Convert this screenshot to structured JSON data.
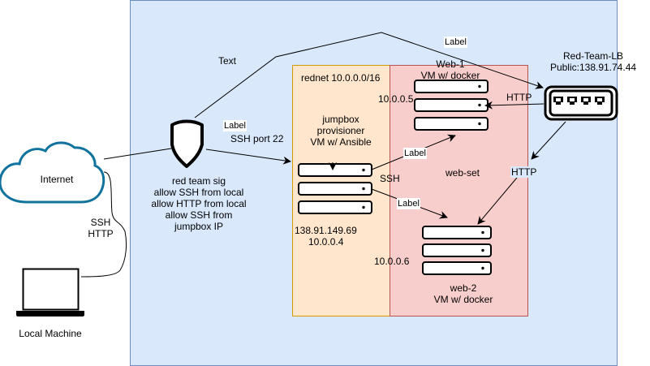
{
  "labels": {
    "text": "Text",
    "label_top": "Label",
    "label_sig": "Label",
    "ssh_port": "SSH port 22",
    "redlb_name": "Red-Team-LB",
    "redlb_ip": "Public:138.91.74.44",
    "http_lb": "HTTP",
    "http_down": "HTTP",
    "rednet": "rednet 10.0.0.0/16",
    "web1_name": "Web-1",
    "web1_desc": "VM w/ docker",
    "web1_ip": "10.0.0.5",
    "jump_line1": "jumpbox",
    "jump_line2": "provisioner",
    "jump_line3": "VM w/ Ansible",
    "label_jump_web1": "Label",
    "ssh_jump": "SSH",
    "webset": "web-set",
    "label_jump_web2": "Label",
    "jump_pub_ip": "138.91.149.69",
    "jump_priv_ip": "10.0.0.4",
    "web2_ip": "10.0.0.6",
    "web2_name": "web-2",
    "web2_desc": "VM w/ docker",
    "internet": "Internet",
    "ssh_local": "SSH",
    "http_local": "HTTP",
    "local_machine": "Local Machine",
    "sig1": "red team sig",
    "sig2": "allow SSH from local",
    "sig3": "allow HTTP from local",
    "sig4": "allow SSH from",
    "sig5": "jumpbox IP"
  },
  "colors": {
    "vnet_fill": "#dae8fc",
    "vnet_stroke": "#6c8ebf",
    "rednet_fill": "#ffe6cc",
    "rednet_stroke": "#d79b00",
    "webset_fill": "#f8cecc",
    "webset_stroke": "#b85450",
    "cloud_stroke": "#10739e"
  },
  "icons": [
    "cloud-icon",
    "shield-icon",
    "server-icon",
    "load-balancer-icon",
    "laptop-icon"
  ]
}
